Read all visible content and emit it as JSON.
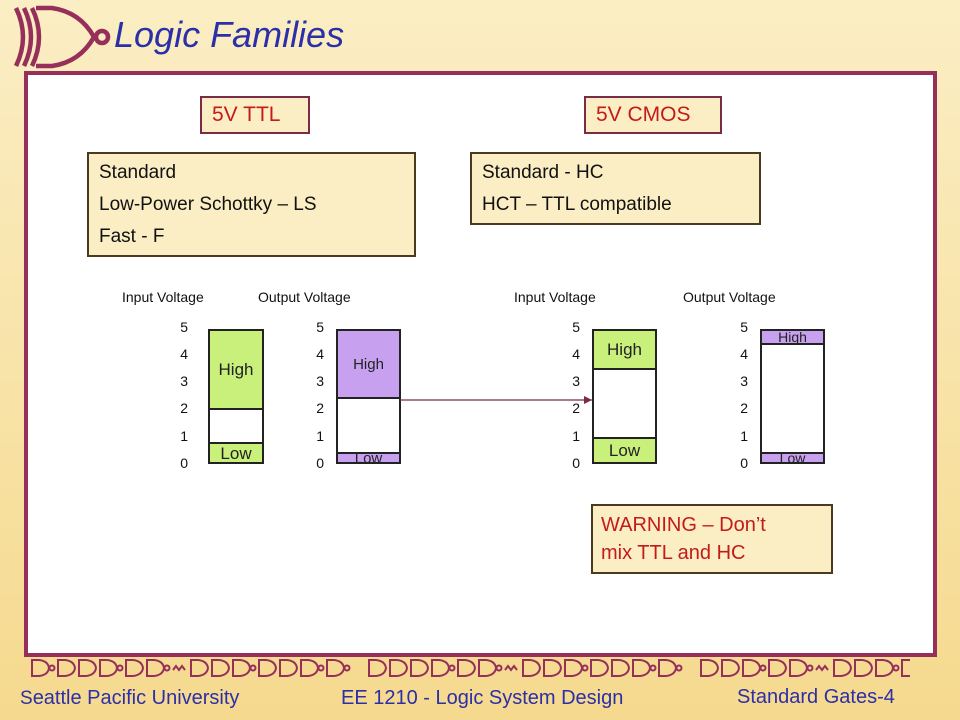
{
  "header": {
    "title": "Logic Families",
    "colors": {
      "title": "#2b2fa8",
      "frame": "#96305a",
      "gate": "#96305a"
    }
  },
  "ttl": {
    "tag": "5V TTL",
    "variants": [
      "Standard",
      "Low-Power Schottky – LS",
      "Fast - F"
    ],
    "input_chart": {
      "caption": "Input Voltage",
      "ticks": [
        "5",
        "4",
        "3",
        "2",
        "1",
        "0"
      ],
      "high_label": "High",
      "low_label": "Low",
      "high_range": [
        2.0,
        5.0
      ],
      "low_range": [
        0.0,
        0.8
      ],
      "fill_color": "#c8f07a"
    },
    "output_chart": {
      "caption": "Output Voltage",
      "ticks": [
        "5",
        "4",
        "3",
        "2",
        "1",
        "0"
      ],
      "high_label": "High",
      "low_label": "Low",
      "high_range": [
        2.4,
        5.0
      ],
      "low_range": [
        0.0,
        0.4
      ],
      "fill_color": "#c7a0ef"
    }
  },
  "cmos": {
    "tag": "5V CMOS",
    "variants": [
      "Standard - HC",
      "HCT – TTL compatible"
    ],
    "input_chart": {
      "caption": "Input Voltage",
      "ticks": [
        "5",
        "4",
        "3",
        "2",
        "1",
        "0"
      ],
      "high_label": "High",
      "low_label": "Low",
      "high_range": [
        3.5,
        5.0
      ],
      "low_range": [
        0.0,
        1.0
      ],
      "fill_color": "#c8f07a"
    },
    "output_chart": {
      "caption": "Output Voltage",
      "ticks": [
        "5",
        "4",
        "3",
        "2",
        "1",
        "0"
      ],
      "high_label": "High",
      "low_label": "Low",
      "high_range": [
        4.4,
        5.0
      ],
      "low_range": [
        0.0,
        0.1
      ],
      "fill_color": "#c7a0ef"
    }
  },
  "warning": {
    "lines": [
      "WARNING – Don’t",
      "mix TTL and HC"
    ]
  },
  "footer": {
    "spu_glyph": "S",
    "university_rest": "eattle  Pacific University",
    "course": "EE 1210 - Logic System Design",
    "slide": "Standard Gates-4"
  }
}
